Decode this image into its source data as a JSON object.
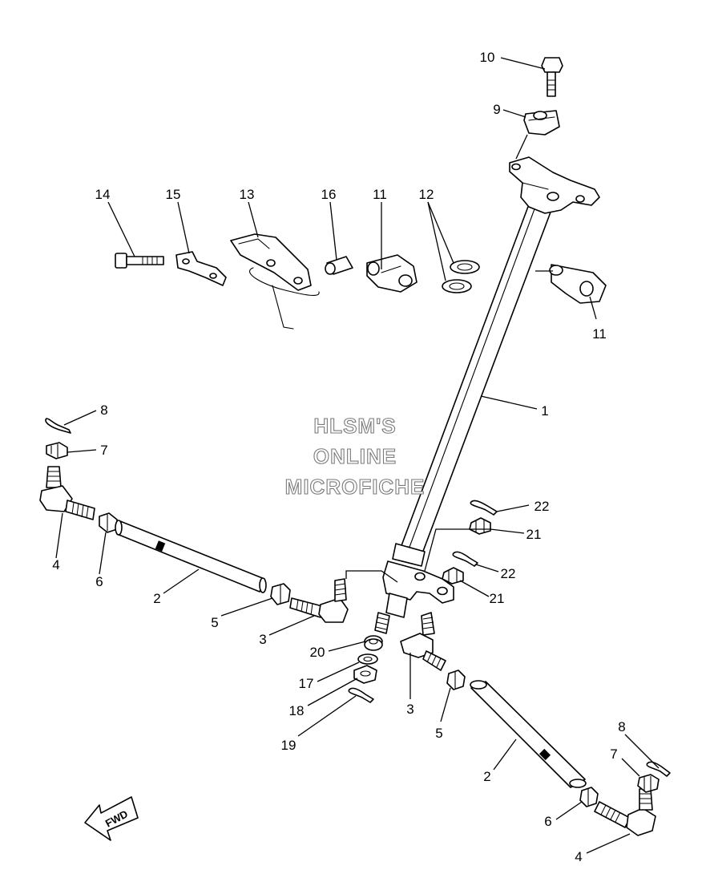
{
  "watermark": {
    "line1": "HLSM'S",
    "line2": "ONLINE",
    "line3": "MICROFICHE"
  },
  "fwd_label": "FWD",
  "callouts": {
    "c1": "1",
    "c2a": "2",
    "c2b": "2",
    "c3a": "3",
    "c3b": "3",
    "c4a": "4",
    "c4b": "4",
    "c5a": "5",
    "c5b": "5",
    "c6a": "6",
    "c6b": "6",
    "c7a": "7",
    "c7b": "7",
    "c8a": "8",
    "c8b": "8",
    "c9": "9",
    "c10": "10",
    "c11a": "11",
    "c11b": "11",
    "c12": "12",
    "c13": "13",
    "c14": "14",
    "c15": "15",
    "c16": "16",
    "c17": "17",
    "c18": "18",
    "c19": "19",
    "c20": "20",
    "c21a": "21",
    "c21b": "21",
    "c22a": "22",
    "c22b": "22"
  }
}
